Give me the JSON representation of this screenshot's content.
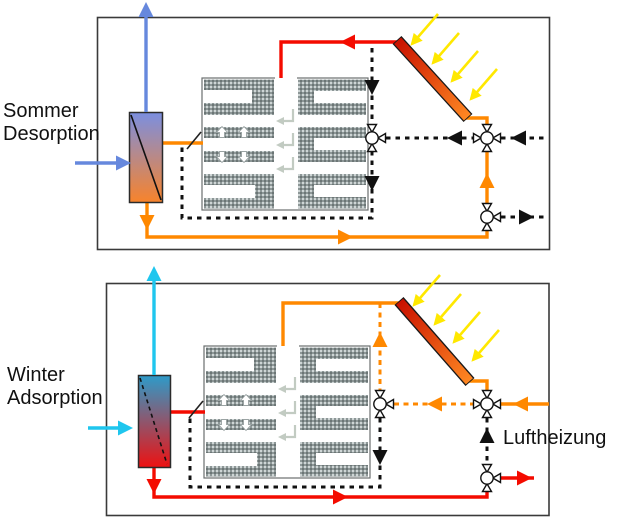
{
  "labels": {
    "summer_line1": "Sommer",
    "summer_line2": "Desorption",
    "winter_line1": "Winter",
    "winter_line2": "Adsorption",
    "air_heating": "Luftheizung"
  },
  "icons": {
    "solar_collector": "slanted-gradient-bar",
    "sun_rays": "yellow-diagonal-arrows",
    "three_way_valve": "circle-with-three-triangle-ports",
    "four_way_valve": "circle-with-four-triangle-ports",
    "heat_exchanger_box": "vertical-gradient-rect-with-diagonal",
    "sorption_matrix": "hatched-channel-block",
    "damper_tick": "small-diagonal-slash"
  },
  "colors": {
    "red": "#f40b00",
    "orange": "#ff8800",
    "blue": "#6688dd",
    "cyan": "#1fc6ee",
    "yellow": "#ffe800",
    "ink": "#111111",
    "bent": "#c2cbc2",
    "hatch-bg": "#8d9797",
    "hatch-light": "#e9efef",
    "hatch-dark": "#5e6868",
    "box-summer-top": "#7b8fe0",
    "box-summer-bottom": "#f8832b",
    "box-winter-top": "#2e9bc9",
    "box-winter-bottom": "#ee1111",
    "collector-hot": "#c81000",
    "collector-warm": "#ff8822"
  }
}
